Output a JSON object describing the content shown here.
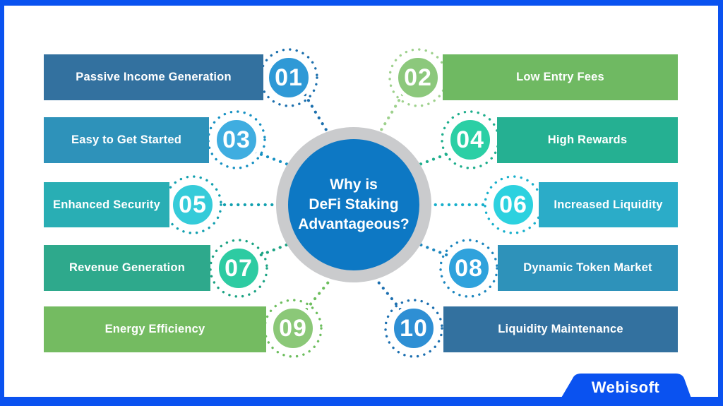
{
  "center": {
    "title_lines": {
      "l1": "Why is",
      "l2": "DeFi Staking",
      "l3": "Advantageous?"
    },
    "circle_color": "#0d78c4",
    "ring_color": "#cacbcd"
  },
  "items": [
    {
      "number": "01",
      "label": "Passive Income Generation",
      "side": "left",
      "bar_color": "#33719f",
      "circle_color": "#2f99d6",
      "dot_color": "#1b6fad"
    },
    {
      "number": "02",
      "label": "Low Entry Fees",
      "side": "right",
      "bar_color": "#6fb962",
      "circle_color": "#8cc87c",
      "dot_color": "#9ed18d"
    },
    {
      "number": "03",
      "label": "Easy to Get Started",
      "side": "left",
      "bar_color": "#2e92ba",
      "circle_color": "#3fade0",
      "dot_color": "#1590c2"
    },
    {
      "number": "04",
      "label": "High Rewards",
      "side": "right",
      "bar_color": "#25b092",
      "circle_color": "#2bcfa5",
      "dot_color": "#1eae8c"
    },
    {
      "number": "05",
      "label": "Enhanced Security",
      "side": "left",
      "bar_color": "#29aeb4",
      "circle_color": "#35cbd9",
      "dot_color": "#12a0af"
    },
    {
      "number": "06",
      "label": "Increased Liquidity",
      "side": "right",
      "bar_color": "#2bacc8",
      "circle_color": "#2cd1df",
      "dot_color": "#17afcb"
    },
    {
      "number": "07",
      "label": "Revenue Generation",
      "side": "left",
      "bar_color": "#2ea98c",
      "circle_color": "#2dcba2",
      "dot_color": "#1ba383"
    },
    {
      "number": "08",
      "label": "Dynamic Token Market",
      "side": "right",
      "bar_color": "#2e92ba",
      "circle_color": "#2fa2dc",
      "dot_color": "#1c86be"
    },
    {
      "number": "09",
      "label": "Energy Efficiency",
      "side": "left",
      "bar_color": "#74bb61",
      "circle_color": "#8bc878",
      "dot_color": "#6dbe5e"
    },
    {
      "number": "10",
      "label": "Liquidity Maintenance",
      "side": "right",
      "bar_color": "#33719f",
      "circle_color": "#2e8fd4",
      "dot_color": "#1c6fb0"
    }
  ],
  "frame": {
    "border_color": "#0a52f0"
  },
  "footer": {
    "brand": "Webisoft",
    "badge_color": "#0a52f0"
  }
}
